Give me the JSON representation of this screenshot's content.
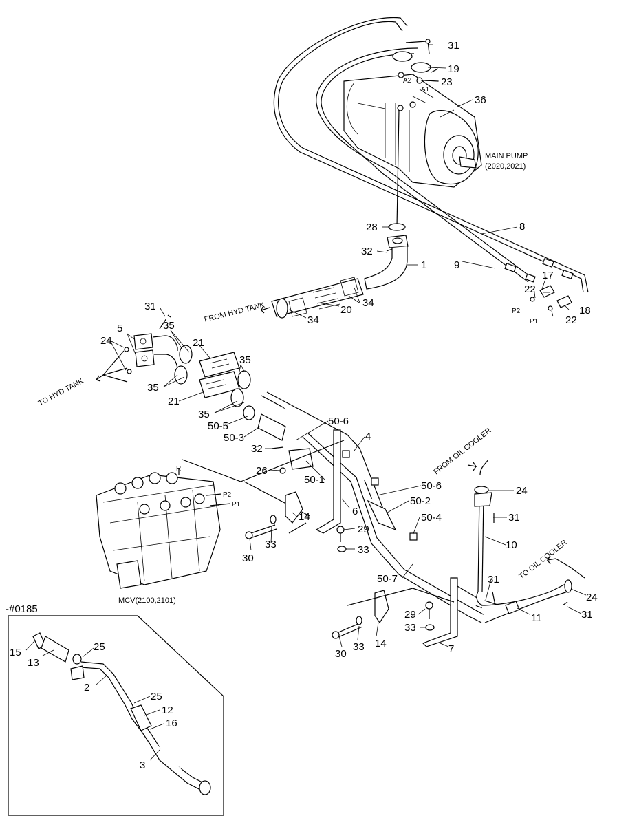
{
  "texts": {
    "main_pump_1": "MAIN PUMP",
    "main_pump_2": "(2020,2021)",
    "mcv": "MCV(2100,2101)",
    "from_hyd_tank": "FROM HYD TANK",
    "to_hyd_tank": "TO HYD TANK",
    "from_oil_cooler": "FROM OIL COOLER",
    "to_oil_cooler": "TO OIL COOLER",
    "serial": "-#0185",
    "port_a2": "A2",
    "port_a1": "A1",
    "port_p2_top": "P2",
    "port_p1_top": "P1",
    "port_r": "R",
    "port_p2_mcv": "P2",
    "port_p1_mcv": "P1"
  },
  "labels": {
    "l1": "1",
    "l2": "2",
    "l3": "3",
    "l4": "4",
    "l5": "5",
    "l6": "6",
    "l7": "7",
    "l8": "8",
    "l9": "9",
    "l10": "10",
    "l11": "11",
    "l12": "12",
    "l13": "13",
    "l14a": "14",
    "l14b": "14",
    "l15": "15",
    "l16": "16",
    "l17": "17",
    "l18": "18",
    "l19": "19",
    "l20": "20",
    "l21a": "21",
    "l21b": "21",
    "l22a": "22",
    "l22b": "22",
    "l23": "23",
    "l24a": "24",
    "l24b": "24",
    "l24c": "24",
    "l25a": "25",
    "l25b": "25",
    "l26": "26",
    "l28": "28",
    "l29a": "29",
    "l29b": "29",
    "l30a": "30",
    "l30b": "30",
    "l31a": "31",
    "l31b": "31",
    "l31c": "31",
    "l31d": "31",
    "l31e": "31",
    "l32a": "32",
    "l32b": "32",
    "l33a": "33",
    "l33b": "33",
    "l33c": "33",
    "l33d": "33",
    "l34a": "34",
    "l34b": "34",
    "l35a": "35",
    "l35b": "35",
    "l35c": "35",
    "l35d": "35",
    "l36": "36",
    "l50_1": "50-1",
    "l50_2": "50-2",
    "l50_3": "50-3",
    "l50_4": "50-4",
    "l50_5": "50-5",
    "l50_6a": "50-6",
    "l50_6b": "50-6",
    "l50_7": "50-7"
  }
}
